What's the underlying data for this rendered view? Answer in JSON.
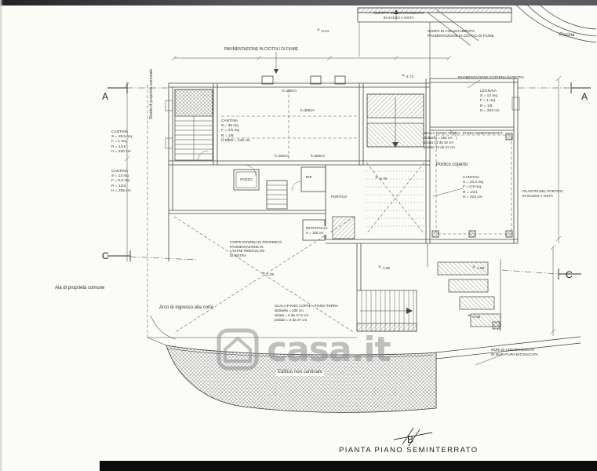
{
  "page": {
    "title": "PIANTA PIANO SEMINTERRATO",
    "watermark": "casa.it"
  },
  "section_markers": {
    "a": "A",
    "b": "B",
    "c": "C"
  },
  "labels": {
    "muretti": "MURETTI DI CONTENIMENTO\nIN SASSO A VISTA",
    "rampa": "RAMPA DI COLLEGAMENTO\nPAVIMENTAZIONE IN CIOTOLI DI FIUME",
    "piscina": "Piscina",
    "pav_ciotoli": "PAVIMENTAZIONE IN CIOTOLI DI FIUME",
    "pav_esterna": "PAVIMENTAZIONE ESTERNA IN PIETRA",
    "strada": "Strada di proprietà comunale",
    "legnaia": "LEGNAIA\nS = 13 mq\nF = 1 mq\nR = 1/8\nH = 224 cm",
    "scala_ts": "SCALA PIANO TERRA - PIANO SEMINTERRATO\ndislivello = 252 cm\nalzata 14 da 18 cm\npedate 13 da 27 cm",
    "portico_coperto": "Portico coperto",
    "cantina_right": "CANTINA\nS = 23,4 mq\nF = 0,9 mq\nR = 1/24\nH = 224 cm",
    "pilastri": "PILASTRI DEL PORTICO\nIN SASSO A VISTA",
    "cantina_1": "CANTINA\nS = 15,5 mq\nF = 1 mq\nR = 1/16\nH = 320 cm",
    "cantina_2": "CANTINA\nS = 12 mq\nF = 0,5 mq\nR = 1/24\nH = 205 cm",
    "cantina_main": "CANTINA\nS = 35 mq\nF = 4,5 mq\nR = 1/8\nH MED = 245 cm",
    "pozzo": "POZZO",
    "rip": "RIP.",
    "portico": "PORTICO",
    "ripostiglio": "RIPOSTIGLIO\nH = 150 cm",
    "corte": "CORTE INTERNA DI PROPRIETÀ\nPAVIMENTAZIONE IN\nLASTRE IRREGOLARI\nDI PIETRA",
    "aia": "Aia di proprietà comune",
    "arco": "Arco di ingresso alla corte",
    "scala_ct": "SCALA PIANO CORTE - PIANO TERRA\ndislivello = 105 cm\nalzata = 6 da 17,5 cm\npedate = 5 da 27 cm",
    "edificio": "Edificio non cantinato",
    "muri": "MURI DI CONTENIMENTO\nIN MURATURA BITONACATA"
  },
  "dims": {
    "h180_top": "h=180cm",
    "h390_top": "h=390cm",
    "h180_mid": "h=180cm",
    "h380_mid": "h=380cm"
  },
  "spots": [
    "-3.44",
    "-1.74",
    "-2.78",
    "-1.09",
    "-1.05",
    "-1.08",
    "+0.98"
  ]
}
